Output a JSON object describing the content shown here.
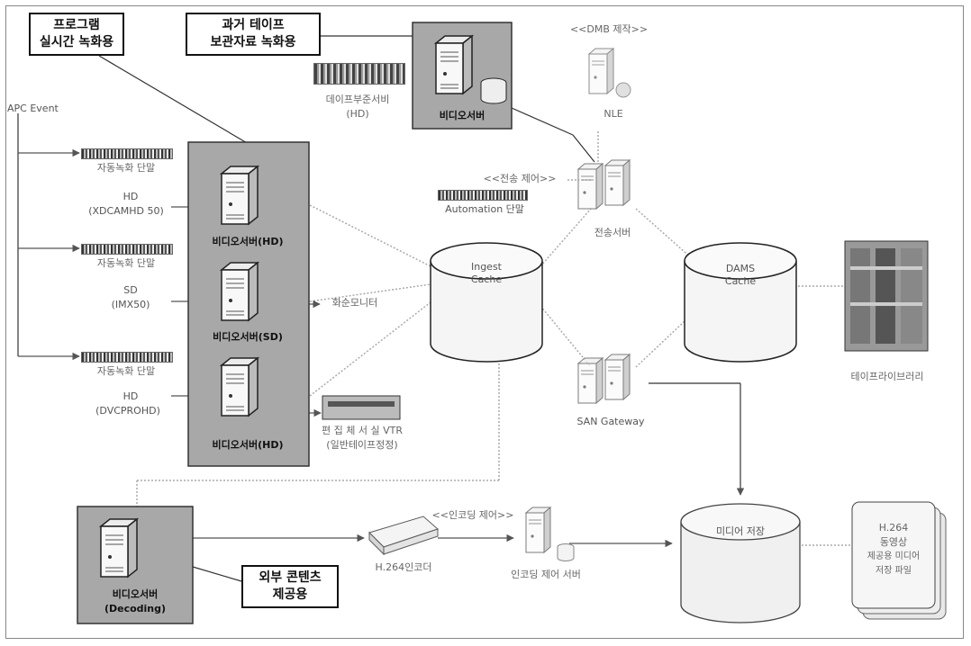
{
  "callouts": {
    "program_realtime": "프로그램\n실시간 녹화용",
    "past_tape": "과거 테이프\n보관자료 녹화용",
    "external_content": "외부 콘텐츠\n제공용"
  },
  "labels": {
    "apc_event": "APC Event",
    "auto_record_1": "자동녹화 단말",
    "auto_record_2": "자동녹화 단말",
    "auto_record_3": "자동녹화 단말",
    "hd_xdcam_1": "HD",
    "hd_xdcam_2": "(XDCAMHD 50)",
    "sd_imx_1": "SD",
    "sd_imx_2": "(IMX50)",
    "hd_dvc_1": "HD",
    "hd_dvc_2": "(DVCPROHD)",
    "server_hd_1": "비디오서버(HD)",
    "server_sd": "비디오서버(SD)",
    "server_hd_2": "비디오서버(HD)",
    "video_server_top": "비디오서버",
    "tape_station_1": "데이프부준서비",
    "tape_station_2": "(HD)",
    "dmb_top": "<<DMB 제작>>",
    "dmb_server": "NLE",
    "transfer_top": "<<전송 제어>>",
    "automation": "Automation 단말",
    "transfer_server": "전송서버",
    "ingest_1": "Ingest",
    "ingest_2": "Cache",
    "dams_1": "DAMS",
    "dams_2": "Cache",
    "tape_library": "테이프라이브러리",
    "realtime_check": "화순모니터",
    "vtr_1": "편 집 체 서 실 VTR",
    "vtr_2": "(일반테이프정정)",
    "san_gateway": "SAN Gateway",
    "decoding_1": "비디오서버",
    "decoding_2": "(Decoding)",
    "h264": "H.264인코더",
    "encode_top": "<<인코딩 제어>>",
    "encode_server": "인코딩 제어 서버",
    "media_store": "미디어 저장",
    "media_box_1": "H.264",
    "media_box_2": "동영상",
    "media_box_3": "제공용 미디어",
    "media_box_4": "저장 파일"
  },
  "colors": {
    "panel": "#a8a8a8",
    "panel_border": "#333333",
    "link": "#9a9a9a",
    "arrow": "#555555"
  }
}
